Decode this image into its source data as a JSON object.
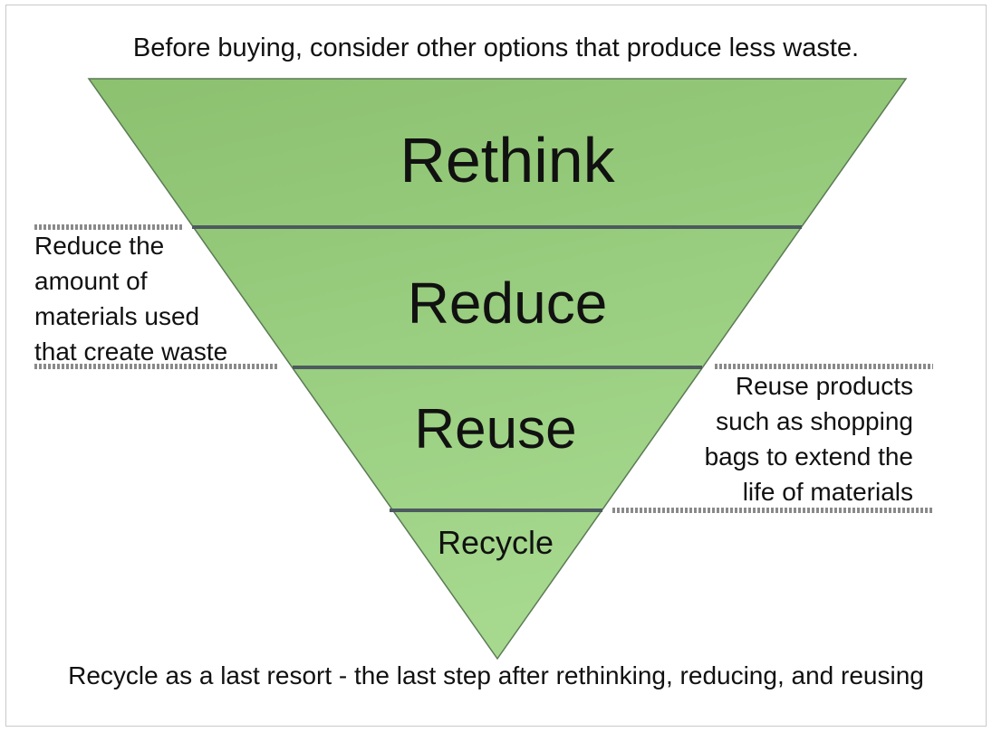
{
  "top_caption": "Before buying, consider other options that produce less waste.",
  "bottom_caption": "Recycle as a last resort - the last step after rethinking, reducing, and reusing",
  "tiers": [
    {
      "label": "Rethink"
    },
    {
      "label": "Reduce"
    },
    {
      "label": "Reuse"
    },
    {
      "label": "Recycle"
    }
  ],
  "left_note": {
    "lines": [
      "Reduce the",
      "amount of",
      "materials used",
      "that create waste"
    ]
  },
  "right_note": {
    "lines": [
      "Reuse products",
      "such as shopping",
      "bags to extend the",
      "life of materials"
    ]
  },
  "colors": {
    "triangle_fill_top": "#8dc271",
    "triangle_fill_bottom": "#a3d68b",
    "divider": "#4d5a5e",
    "dashed_rule": "#8a8a8a"
  }
}
